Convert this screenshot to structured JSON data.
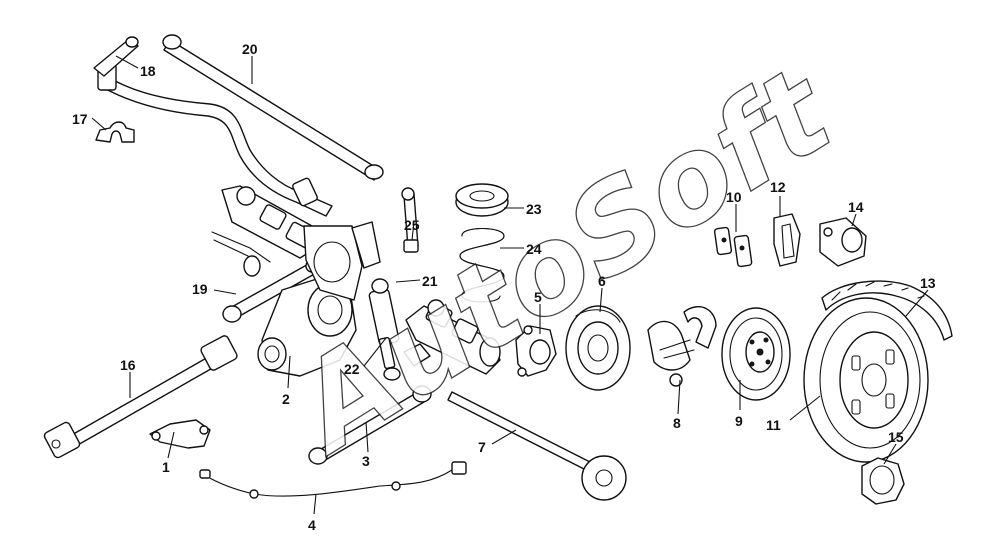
{
  "watermark": {
    "text": "AutoSoft"
  },
  "callouts": [
    {
      "id": "c1",
      "label": "1"
    },
    {
      "id": "c2",
      "label": "2"
    },
    {
      "id": "c3",
      "label": "3"
    },
    {
      "id": "c4",
      "label": "4"
    },
    {
      "id": "c5",
      "label": "5"
    },
    {
      "id": "c6",
      "label": "6"
    },
    {
      "id": "c7",
      "label": "7"
    },
    {
      "id": "c8",
      "label": "8"
    },
    {
      "id": "c9",
      "label": "9"
    },
    {
      "id": "c10",
      "label": "10"
    },
    {
      "id": "c11",
      "label": "11"
    },
    {
      "id": "c12",
      "label": "12"
    },
    {
      "id": "c13",
      "label": "13"
    },
    {
      "id": "c14",
      "label": "14"
    },
    {
      "id": "c15",
      "label": "15"
    },
    {
      "id": "c16",
      "label": "16"
    },
    {
      "id": "c17",
      "label": "17"
    },
    {
      "id": "c18",
      "label": "18"
    },
    {
      "id": "c19",
      "label": "19"
    },
    {
      "id": "c20",
      "label": "20"
    },
    {
      "id": "c21",
      "label": "21"
    },
    {
      "id": "c22",
      "label": "22"
    },
    {
      "id": "c23",
      "label": "23"
    },
    {
      "id": "c24",
      "label": "24"
    },
    {
      "id": "c25",
      "label": "25"
    }
  ]
}
